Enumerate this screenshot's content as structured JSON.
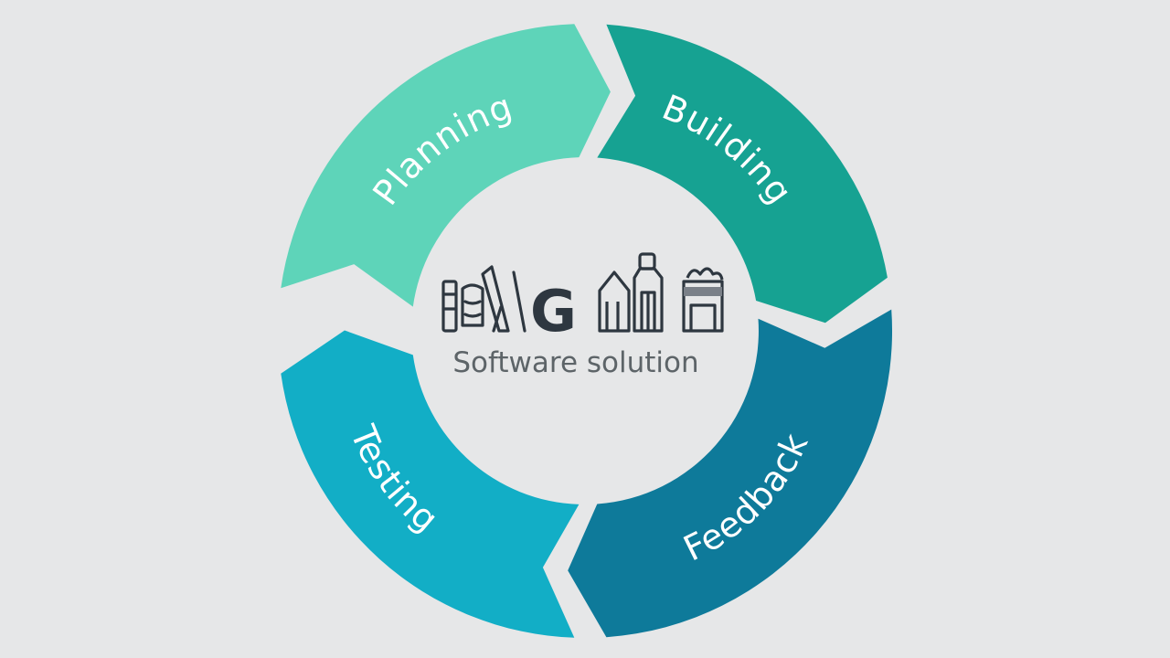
{
  "diagram": {
    "center": {
      "logo_letter": "G",
      "subtitle": "Software solution",
      "logo_icons": [
        "tools-icon",
        "factory-icon",
        "house-icon",
        "building-icon"
      ]
    },
    "segments": [
      {
        "label": "Planning",
        "color": "#5ed4b9"
      },
      {
        "label": "Building",
        "color": "#16a292"
      },
      {
        "label": "Feedback",
        "color": "#0e7a9a"
      },
      {
        "label": "Testing",
        "color": "#12aec6"
      }
    ],
    "background": "#e6e7e8"
  }
}
